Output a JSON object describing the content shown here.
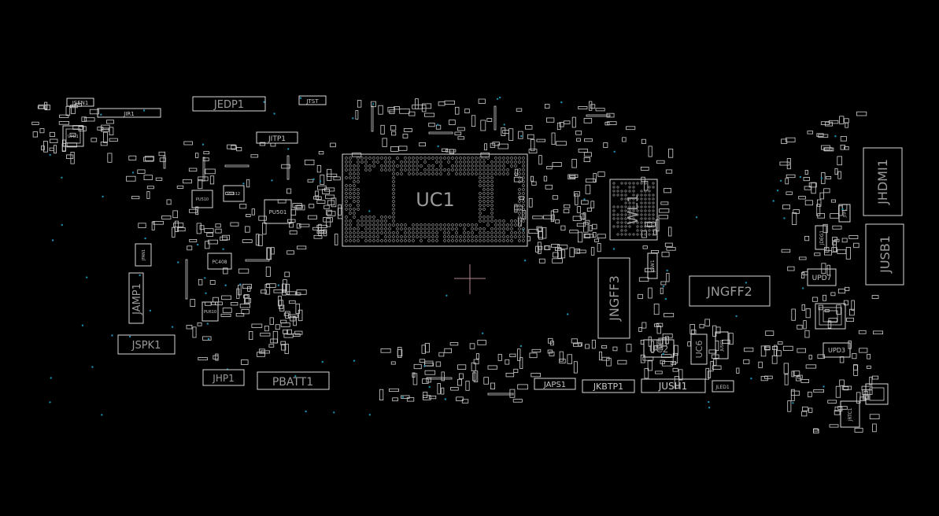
{
  "board": {
    "labels": {
      "jsen1": "JSEN1",
      "jir1": "JIR1",
      "jedp1": "JEDP1",
      "jtst": "JTST",
      "jitp1": "JITP1",
      "uc1": "UC1",
      "wl1": "WL1",
      "jhdmi1": "JHDMI1",
      "jusb1": "JUSB1",
      "jngff3": "JNGFF3",
      "jngff2": "JNGFF2",
      "jamp1": "JAMP1",
      "jspk1": "JSPK1",
      "jhp1": "JHP1",
      "pbatt1": "PBATT1",
      "japs1": "JAPS1",
      "jkbtp1": "JKBTP1",
      "jush1": "JUSH1",
      "uc2": "UC2",
      "uc6": "UC6",
      "jled1": "JLED1",
      "upd7": "UPD7",
      "upd3": "UPD3",
      "jrtc1": "JRTC1",
      "jdeg1": "JDEG1",
      "jfan1": "JFAN1",
      "pu501": "PU501",
      "pu510": "PU510",
      "pu512": "PU512",
      "pc408": "PC408",
      "pu610": "PU610",
      "upd1": "UPD1",
      "jsw1": "JSW1",
      "jusc1": "JUSC1",
      "jtp1": "JTP1"
    },
    "colors": {
      "background": "#000000",
      "outline": "#d8d8d8",
      "via": "#1a8fb0",
      "crosshair": "#b08890"
    }
  }
}
